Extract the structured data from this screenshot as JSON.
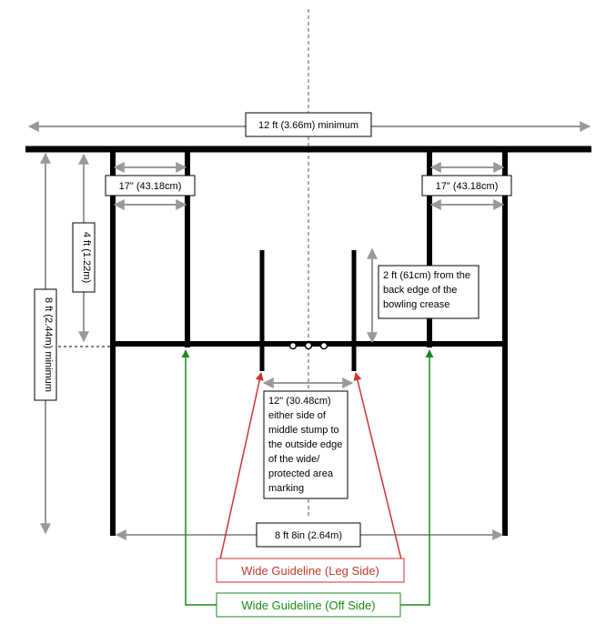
{
  "labels": {
    "width_12ft": "12 ft (3.66m) minimum",
    "left_17in": "17\" (43.18cm)",
    "right_17in": "17\" (43.18cm)",
    "height_4ft": "4 ft (1.22m)",
    "height_8ft": "8 ft (2.44m) minimum",
    "two_ft": [
      "2 ft (61cm) from the",
      "back edge of the",
      "bowling crease"
    ],
    "twelve_in": [
      "12\" (30.48cm)",
      "either side of",
      "middle stump to",
      "the outside edge",
      "of the wide/",
      "protected area",
      "marking"
    ],
    "width_8ft8": "8 ft 8in (2.64m)",
    "wide_leg": "Wide Guideline (Leg Side)",
    "wide_off": "Wide Guideline (Off Side)"
  },
  "colors": {
    "line": "#000000",
    "dimension": "#999999",
    "leg_side": "#cc3333",
    "off_side": "#1a8a1a"
  }
}
